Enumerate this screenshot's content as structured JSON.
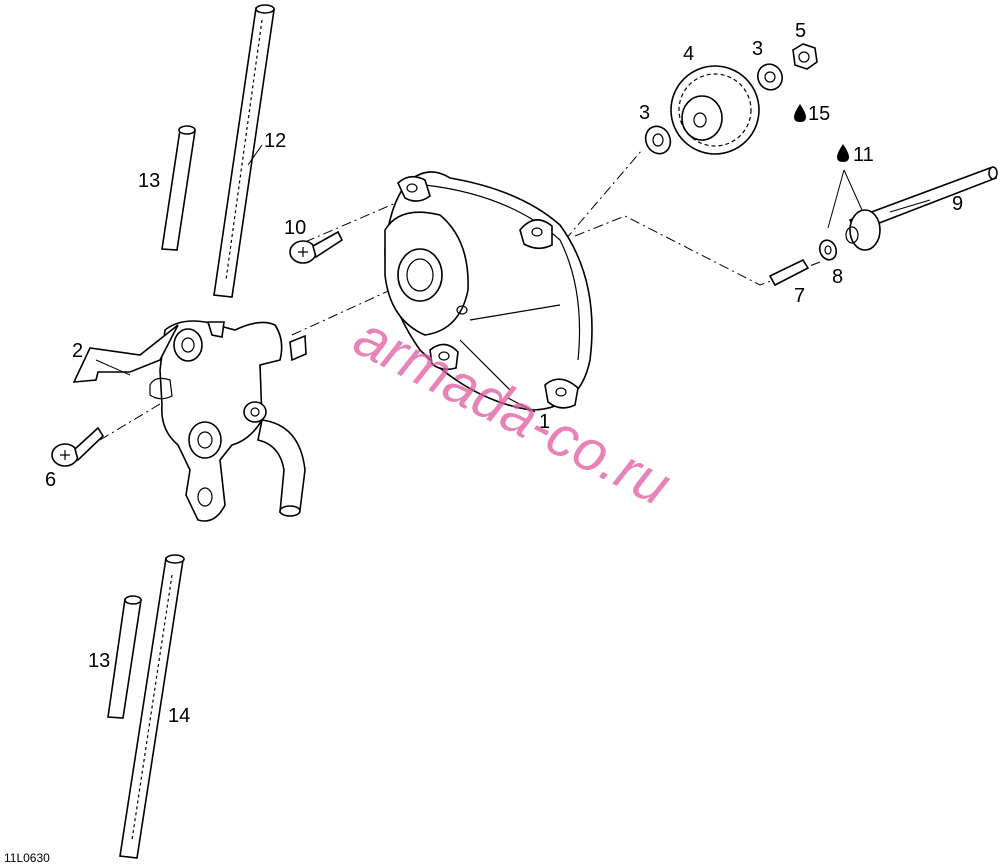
{
  "diagram": {
    "image_code": "11L0630",
    "watermark": "armada-co.ru",
    "callouts": {
      "c1": "1",
      "c2": "2",
      "c3a": "3",
      "c3b": "3",
      "c4": "4",
      "c5": "5",
      "c6": "6",
      "c7": "7",
      "c8": "8",
      "c9": "9",
      "c10": "10",
      "c11": "11",
      "c12": "12",
      "c13a": "13",
      "c13b": "13",
      "c14": "14",
      "c15": "15"
    },
    "icons": [
      "oil-drop-icon"
    ]
  }
}
